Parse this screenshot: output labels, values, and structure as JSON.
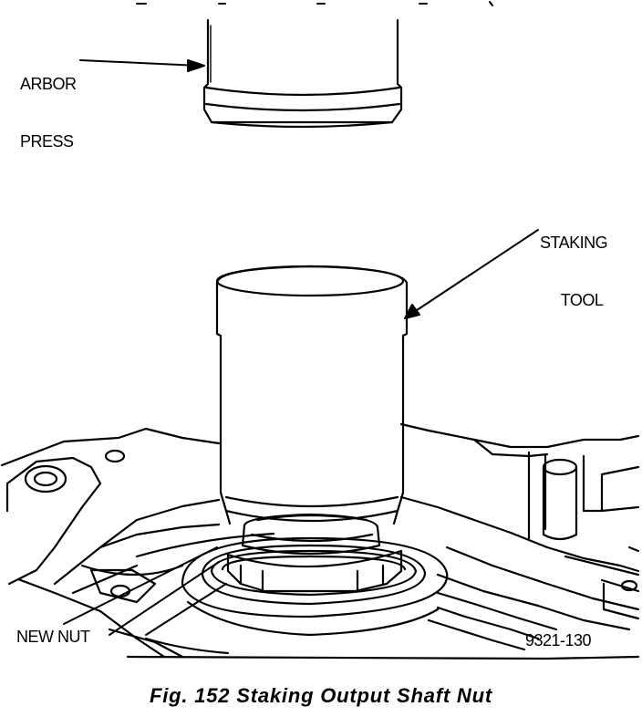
{
  "labels": {
    "arbor_press_line1": "ARBOR",
    "arbor_press_line2": "PRESS",
    "staking_tool_line1": "STAKING",
    "staking_tool_line2": "TOOL",
    "new_nut": "NEW NUT",
    "figure_code": "9321-130"
  },
  "caption": "Fig. 152 Staking Output Shaft Nut"
}
